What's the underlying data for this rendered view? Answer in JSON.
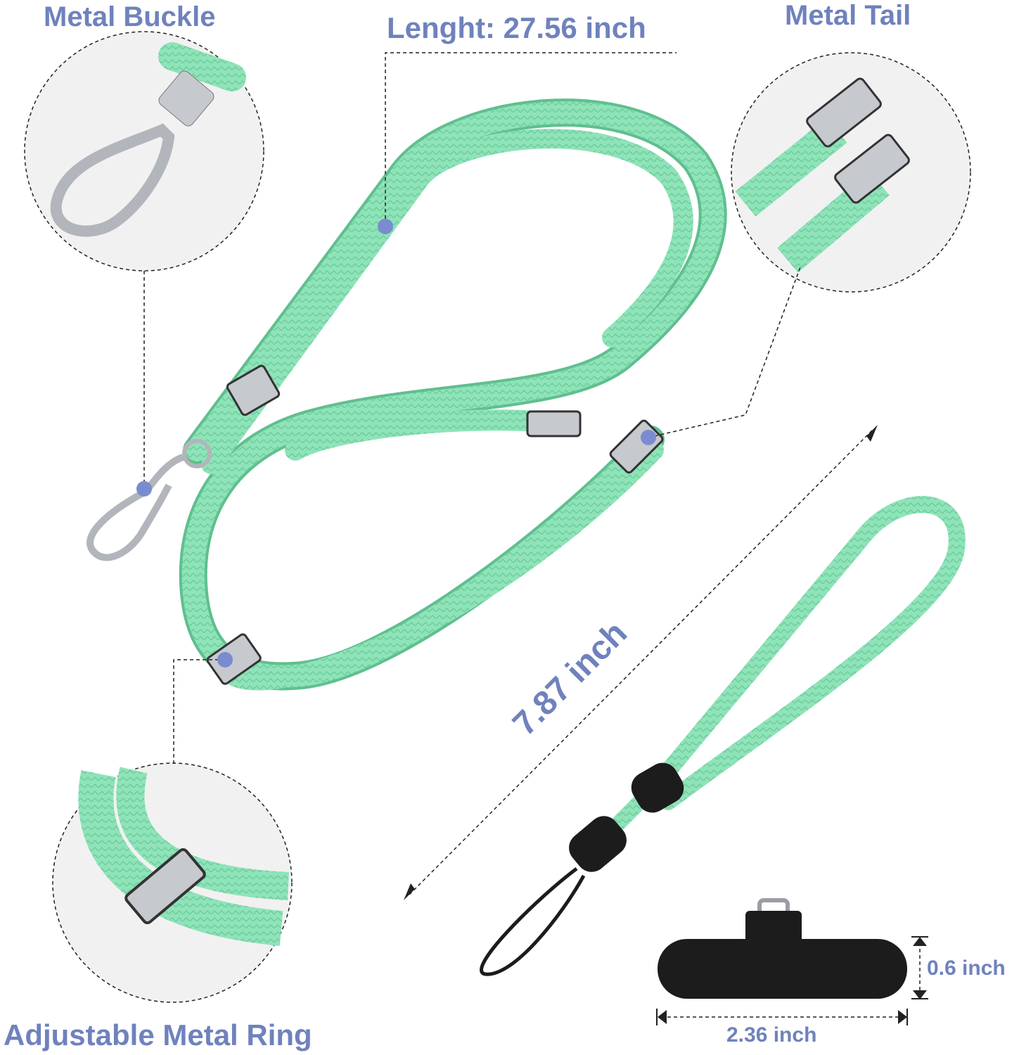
{
  "labels": {
    "metal_buckle": "Metal Buckle",
    "length": "Lenght: 27.56 inch",
    "metal_tail": "Metal Tail",
    "wrist_length": "7.87 inch",
    "pad_height": "0.6 inch",
    "pad_width": "2.36 inch",
    "adjustable_ring": "Adjustable Metal Ring"
  },
  "colors": {
    "label": "#6f82bd",
    "cord": "#8fe3b8",
    "cord_shadow": "#5fbf8f",
    "marker": "#7b8bd0",
    "metal": "#b9bcc2",
    "black": "#1c1c1c"
  }
}
